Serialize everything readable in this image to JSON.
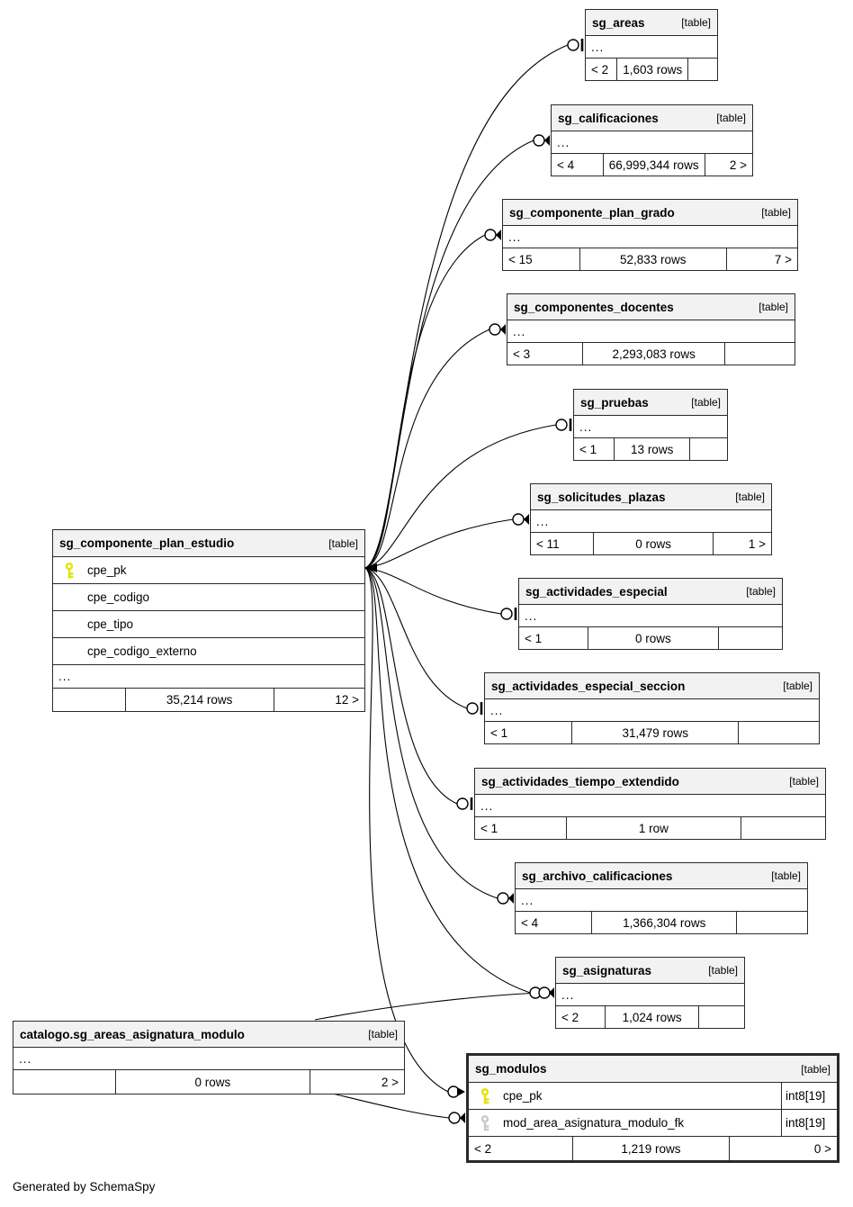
{
  "generated_note": "Generated by SchemaSpy",
  "tables": {
    "sg_areas": {
      "title": "sg_areas",
      "tag": "[table]",
      "more": "...",
      "footer_left": "< 2",
      "footer_center": "1,603 rows",
      "footer_right": ""
    },
    "sg_calificaciones": {
      "title": "sg_calificaciones",
      "tag": "[table]",
      "more": "...",
      "footer_left": "< 4",
      "footer_center": "66,999,344 rows",
      "footer_right": "2 >"
    },
    "sg_componente_plan_grado": {
      "title": "sg_componente_plan_grado",
      "tag": "[table]",
      "more": "...",
      "footer_left": "< 15",
      "footer_center": "52,833 rows",
      "footer_right": "7 >"
    },
    "sg_componentes_docentes": {
      "title": "sg_componentes_docentes",
      "tag": "[table]",
      "more": "...",
      "footer_left": "< 3",
      "footer_center": "2,293,083 rows",
      "footer_right": ""
    },
    "sg_pruebas": {
      "title": "sg_pruebas",
      "tag": "[table]",
      "more": "...",
      "footer_left": "< 1",
      "footer_center": "13 rows",
      "footer_right": ""
    },
    "sg_solicitudes_plazas": {
      "title": "sg_solicitudes_plazas",
      "tag": "[table]",
      "more": "...",
      "footer_left": "< 11",
      "footer_center": "0 rows",
      "footer_right": "1 >"
    },
    "sg_actividades_especial": {
      "title": "sg_actividades_especial",
      "tag": "[table]",
      "more": "...",
      "footer_left": "< 1",
      "footer_center": "0 rows",
      "footer_right": ""
    },
    "sg_actividades_especial_seccion": {
      "title": "sg_actividades_especial_seccion",
      "tag": "[table]",
      "more": "...",
      "footer_left": "< 1",
      "footer_center": "31,479 rows",
      "footer_right": ""
    },
    "sg_actividades_tiempo_extendido": {
      "title": "sg_actividades_tiempo_extendido",
      "tag": "[table]",
      "more": "...",
      "footer_left": "< 1",
      "footer_center": "1 row",
      "footer_right": ""
    },
    "sg_archivo_calificaciones": {
      "title": "sg_archivo_calificaciones",
      "tag": "[table]",
      "more": "...",
      "footer_left": "< 4",
      "footer_center": "1,366,304 rows",
      "footer_right": ""
    },
    "sg_asignaturas": {
      "title": "sg_asignaturas",
      "tag": "[table]",
      "more": "...",
      "footer_left": "< 2",
      "footer_center": "1,024 rows",
      "footer_right": ""
    },
    "sg_componente_plan_estudio": {
      "title": "sg_componente_plan_estudio",
      "tag": "[table]",
      "more": "...",
      "columns": [
        {
          "name": "cpe_pk",
          "key": "primary"
        },
        {
          "name": "cpe_codigo"
        },
        {
          "name": "cpe_tipo"
        },
        {
          "name": "cpe_codigo_externo"
        }
      ],
      "footer_left": "",
      "footer_center": "35,214 rows",
      "footer_right": "12 >"
    },
    "catalogo_sg_areas_asignatura_modulo": {
      "title": "catalogo.sg_areas_asignatura_modulo",
      "tag": "[table]",
      "more": "...",
      "footer_left": "",
      "footer_center": "0 rows",
      "footer_right": "2 >"
    },
    "sg_modulos": {
      "title": "sg_modulos",
      "tag": "[table]",
      "columns": [
        {
          "name": "cpe_pk",
          "type": "int8[19]",
          "key": "primary"
        },
        {
          "name": "mod_area_asignatura_modulo_fk",
          "type": "int8[19]",
          "key": "foreign"
        }
      ],
      "footer_left": "< 2",
      "footer_center": "1,219 rows",
      "footer_right": "0 >"
    }
  },
  "relationships": [
    {
      "from": "sg_componente_plan_estudio.cpe_pk",
      "to": "sg_areas"
    },
    {
      "from": "sg_componente_plan_estudio.cpe_pk",
      "to": "sg_calificaciones"
    },
    {
      "from": "sg_componente_plan_estudio.cpe_pk",
      "to": "sg_componente_plan_grado"
    },
    {
      "from": "sg_componente_plan_estudio.cpe_pk",
      "to": "sg_componentes_docentes"
    },
    {
      "from": "sg_componente_plan_estudio.cpe_pk",
      "to": "sg_pruebas"
    },
    {
      "from": "sg_componente_plan_estudio.cpe_pk",
      "to": "sg_solicitudes_plazas"
    },
    {
      "from": "sg_componente_plan_estudio.cpe_pk",
      "to": "sg_actividades_especial"
    },
    {
      "from": "sg_componente_plan_estudio.cpe_pk",
      "to": "sg_actividades_especial_seccion"
    },
    {
      "from": "sg_componente_plan_estudio.cpe_pk",
      "to": "sg_actividades_tiempo_extendido"
    },
    {
      "from": "sg_componente_plan_estudio.cpe_pk",
      "to": "sg_archivo_calificaciones"
    },
    {
      "from": "sg_componente_plan_estudio.cpe_pk",
      "to": "sg_asignaturas"
    },
    {
      "from": "sg_componente_plan_estudio.cpe_pk",
      "to": "sg_modulos.cpe_pk"
    },
    {
      "from": "catalogo.sg_areas_asignatura_modulo",
      "to": "sg_asignaturas"
    },
    {
      "from": "catalogo.sg_areas_asignatura_modulo",
      "to": "sg_modulos.mod_area_asignatura_modulo_fk"
    }
  ]
}
